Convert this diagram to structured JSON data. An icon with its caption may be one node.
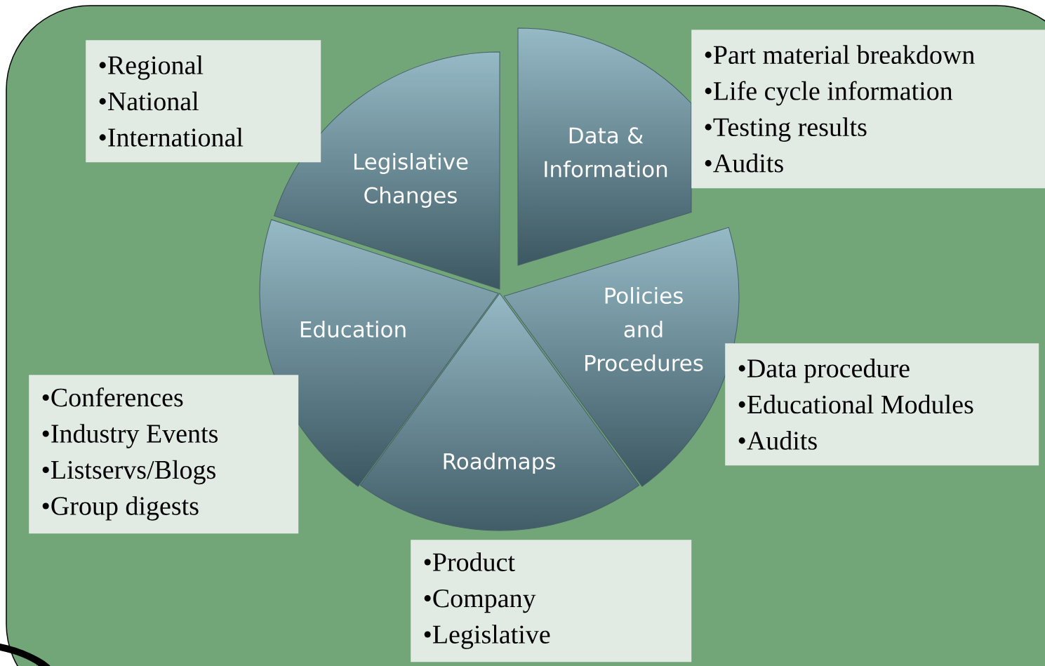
{
  "diagram": {
    "nodes": [
      {
        "text": [
          "Legislative Changes"
        ]
      },
      {
        "text": [
          "Data & Information"
        ]
      },
      {
        "text": [
          "Education"
        ]
      },
      {
        "text": [
          "Policies and Procedures"
        ]
      },
      {
        "text": [
          "Roadmaps"
        ]
      },
      {
        "text": [
          "•Regional",
          "•National",
          "•International"
        ]
      },
      {
        "text": [
          "•Part material breakdown",
          "•Life cycle information",
          "•Testing results",
          "•Audits"
        ]
      },
      {
        "text": [
          "•Conferences",
          "•Industry Events",
          "•Listservs/Blogs",
          "•Group digests"
        ]
      },
      {
        "text": [
          "•Data procedure",
          "•Educational Modules",
          "•Audits"
        ]
      },
      {
        "text": [
          "•Product",
          "•Company",
          "•Legislative"
        ]
      }
    ]
  }
}
